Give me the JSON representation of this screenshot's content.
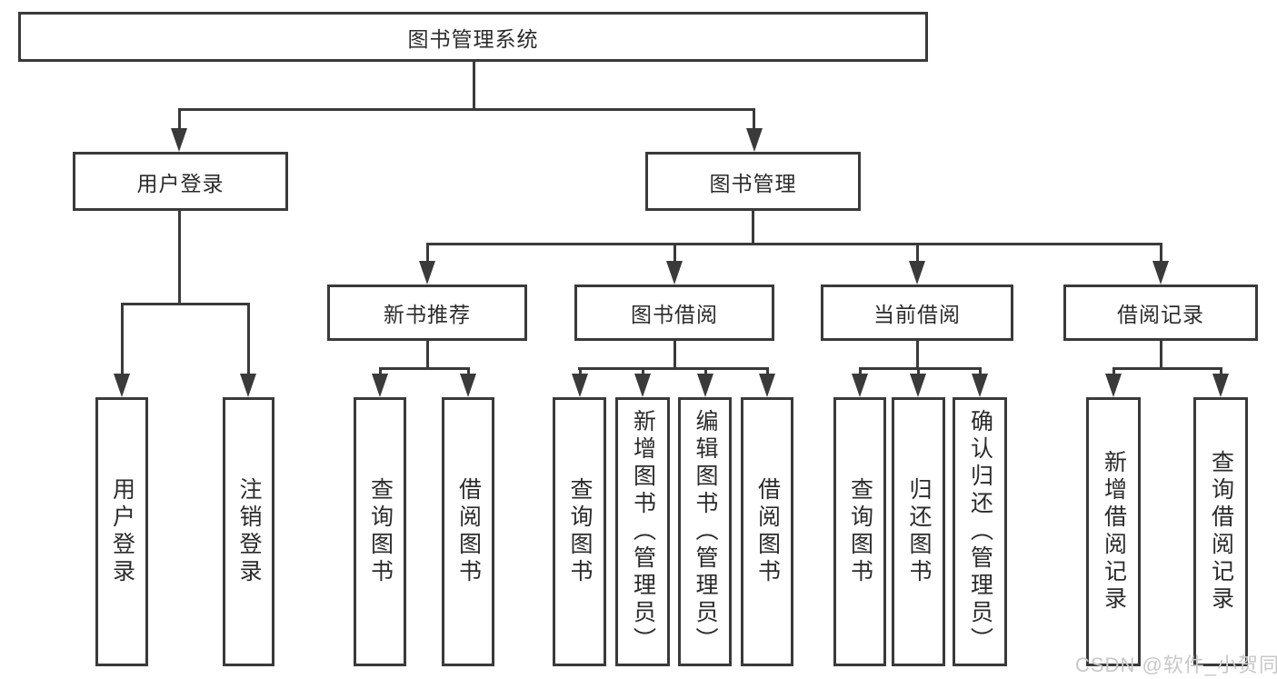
{
  "diagram_title": "图书管理系统",
  "tree": {
    "label": "图书管理系统",
    "children": [
      {
        "label": "用户登录",
        "children": [
          {
            "label": "用户登录"
          },
          {
            "label": "注销登录"
          }
        ]
      },
      {
        "label": "图书管理",
        "children": [
          {
            "label": "新书推荐",
            "children": [
              {
                "label": "查询图书"
              },
              {
                "label": "借阅图书"
              }
            ]
          },
          {
            "label": "图书借阅",
            "children": [
              {
                "label": "查询图书"
              },
              {
                "label": "新增图书（管理员）"
              },
              {
                "label": "编辑图书（管理员）"
              },
              {
                "label": "借阅图书"
              }
            ]
          },
          {
            "label": "当前借阅",
            "children": [
              {
                "label": "查询图书"
              },
              {
                "label": "归还图书"
              },
              {
                "label": "确认归还（管理员）"
              }
            ]
          },
          {
            "label": "借阅记录",
            "children": [
              {
                "label": "新增借阅记录"
              },
              {
                "label": "查询借阅记录"
              }
            ]
          }
        ]
      }
    ]
  },
  "watermark": {
    "text": "CSDN @软件_小贺同学"
  },
  "colors": {
    "line": "#3a3a3a",
    "box_border": "#3a3a3a",
    "box_fill": "#ffffff",
    "text": "#2b2b2b",
    "background": "#ffffff",
    "watermark": "#c8c8c8"
  }
}
